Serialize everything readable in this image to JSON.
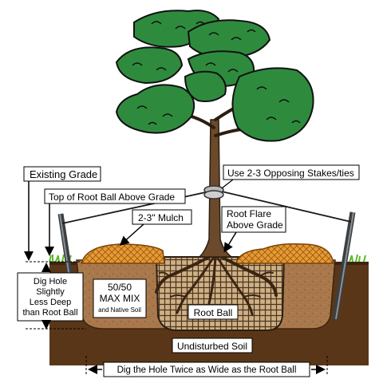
{
  "labels": {
    "existing_grade": "Existing Grade",
    "stakes": "Use 2-3 Opposing Stakes/ties",
    "root_ball_above_grade": "Top of Root Ball Above Grade",
    "mulch": "2-3\" Mulch",
    "root_flare_line1": "Root Flare",
    "root_flare_line2": "Above Grade",
    "dig_hole_line1": "Dig Hole",
    "dig_hole_line2": "Slightly",
    "dig_hole_line3": "Less Deep",
    "dig_hole_line4": "than Root Ball",
    "mix_line1": "50/50",
    "mix_line2": "MAX MIX",
    "mix_line3": "and Native Soil",
    "root_ball": "Root Ball",
    "undisturbed_soil": "Undisturbed Soil",
    "width_note": "Dig the Hole Twice as Wide as the Root Ball"
  },
  "colors": {
    "foliage": "#2e8b3e",
    "trunk": "#6b4a2b",
    "undisturbed_soil": "#5a3618",
    "backfill": "#a9794d",
    "mulch": "#e79a34",
    "grass": "#5cb82a",
    "stake": "#555a5e",
    "root_ball": "#c8a77c"
  }
}
